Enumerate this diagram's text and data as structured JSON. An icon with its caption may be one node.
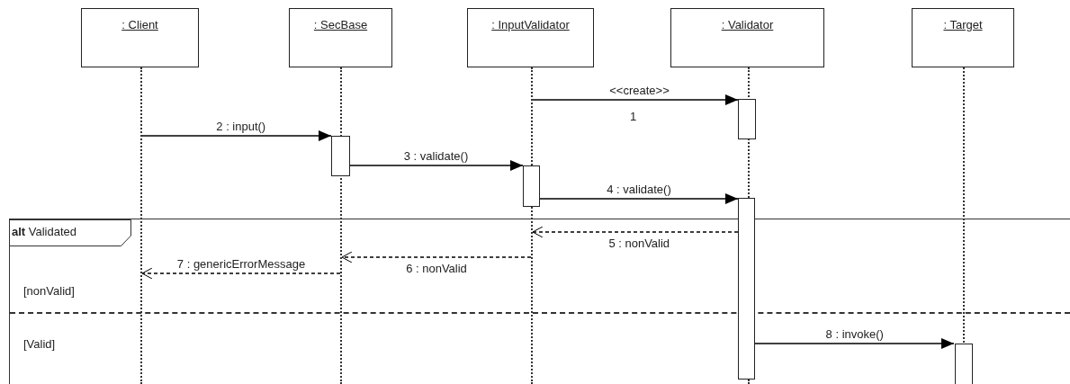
{
  "diagram": {
    "nodes": [
      {
        "text": [
          ": Client"
        ]
      },
      {
        "text": [
          ": SecBase"
        ]
      },
      {
        "text": [
          ": InputValidator"
        ]
      },
      {
        "text": [
          ": Validator"
        ]
      },
      {
        "text": [
          ": Target"
        ]
      },
      {
        "text": [],
        "shape": "line"
      },
      {
        "text": [],
        "shape": "line"
      },
      {
        "text": [],
        "shape": "line"
      },
      {
        "text": [],
        "shape": "line"
      },
      {
        "text": [],
        "shape": "line"
      },
      {
        "text": [],
        "shape": "bar"
      },
      {
        "text": [],
        "shape": "bar"
      },
      {
        "text": [],
        "shape": "bar"
      },
      {
        "text": [],
        "shape": "bar"
      },
      {
        "text": [],
        "shape": "bar",
        "in": 15
      },
      {
        "text": [
          "**alt** Validated",
          "[nonValid]",
          "[Valid]"
        ]
      }
    ],
    "edges": [
      {
        "from": 7,
        "to": 12,
        "arrow": "to",
        "label": "<<create>>"
      },
      {
        "from": 5,
        "to": 10,
        "arrow": "to",
        "label": "2 : input()"
      },
      {
        "from": 10,
        "to": 11,
        "arrow": "to",
        "label": "3 : validate()"
      },
      {
        "from": 11,
        "to": 13,
        "arrow": "to",
        "label": "4 : validate()"
      },
      {
        "from": 13,
        "to": 7,
        "arrow": "to",
        "label": "5 : nonValid",
        "style": "dashed"
      },
      {
        "from": 7,
        "to": 6,
        "arrow": "to",
        "label": "6 : nonValid",
        "style": "dashed"
      },
      {
        "from": 6,
        "to": 5,
        "arrow": "to",
        "label": "7 : genericErrorMessage",
        "style": "dashed"
      },
      {
        "from": 13,
        "to": 14,
        "arrow": "to",
        "label": "8 : invoke()"
      }
    ],
    "labels": [
      "1"
    ]
  }
}
